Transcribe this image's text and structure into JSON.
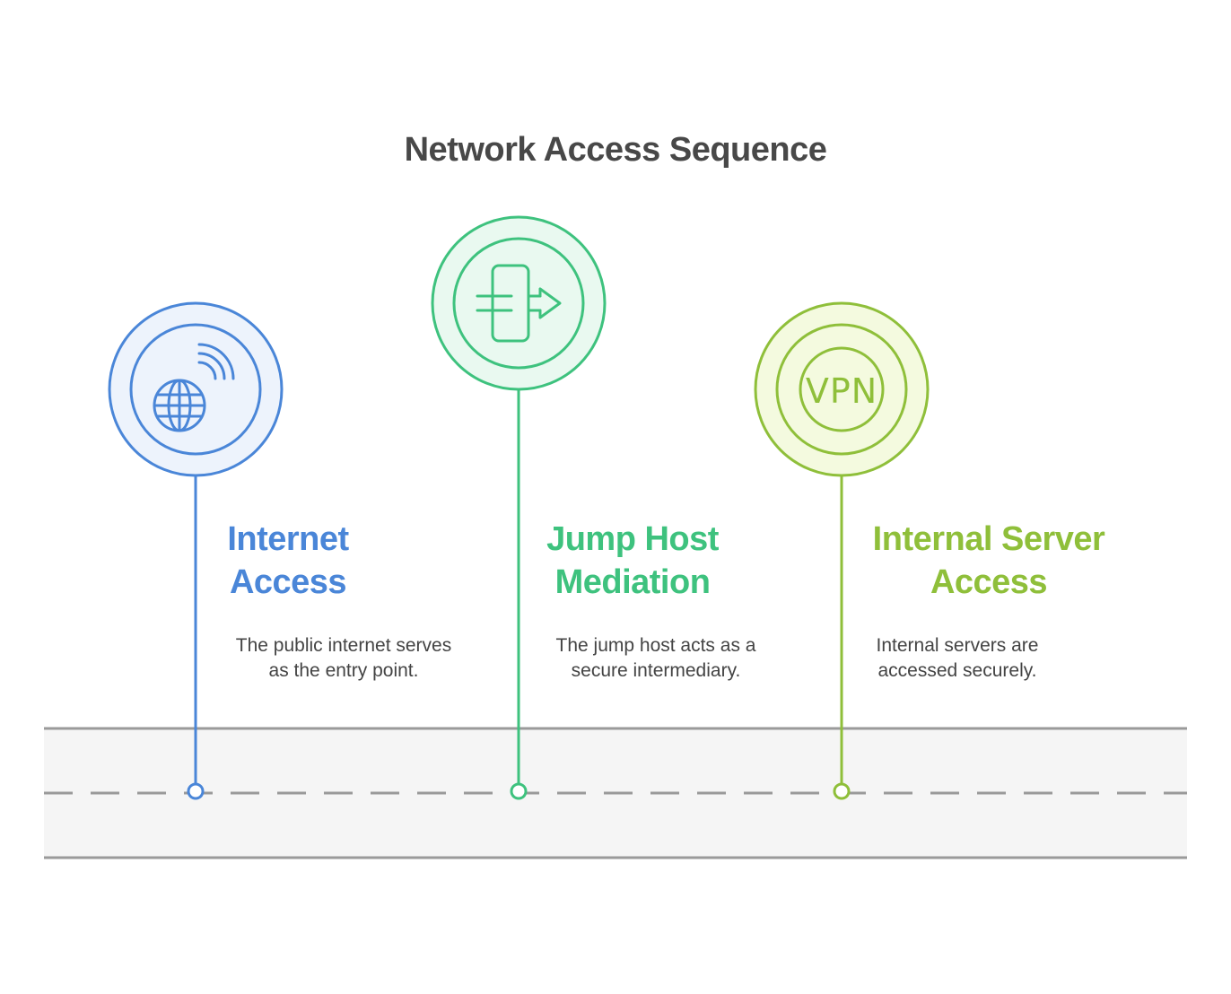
{
  "title": "Network Access Sequence",
  "steps": [
    {
      "title_lines": [
        "Internet",
        "Access"
      ],
      "description_lines": [
        "The public internet serves",
        "as the entry point."
      ],
      "icon": "globe-wifi-icon",
      "color": "#4a86d8",
      "fill": "#edf3fc"
    },
    {
      "title_lines": [
        "Jump Host",
        "Mediation"
      ],
      "description_lines": [
        "The jump host acts as a",
        "secure intermediary."
      ],
      "icon": "jump-host-transfer-icon",
      "color": "#3ec27e",
      "fill": "#e9f9f0"
    },
    {
      "title_lines": [
        "Internal Server",
        "Access"
      ],
      "description_lines": [
        "Internal servers are",
        "accessed securely."
      ],
      "icon": "vpn-icon",
      "color": "#8fbf3a",
      "fill": "#f4fadf",
      "icon_text": "VPN"
    }
  ],
  "colors": {
    "title": "#484848",
    "description": "#444444",
    "track_line": "#9a9a9a",
    "track_fill": "#f5f5f5"
  }
}
